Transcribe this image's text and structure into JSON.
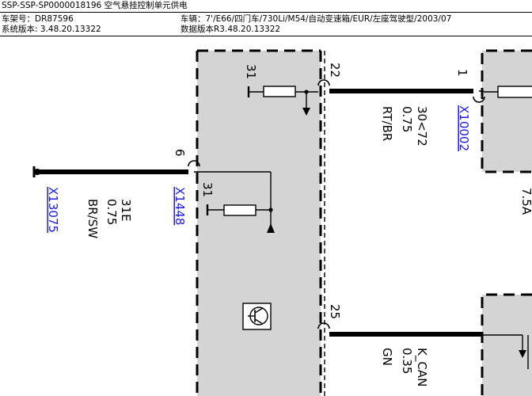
{
  "header": {
    "title": "SSP-SSP-SP0000018196 空气悬挂控制单元供电",
    "vin": "车架号：DR87596",
    "vehicle": "车辆：7'/E66/四门车/730Li/M54/自动变速箱/EUR/左座驾驶型/2003/07",
    "system_version": "系统版本: 3.48.20.13322",
    "data_version": "数据版本R3.48.20.13322"
  },
  "diagram": {
    "wire_left": {
      "connector": "X13075",
      "signal": "31E",
      "gauge": "0.75",
      "color": "BR/SW"
    },
    "module_pin_left": {
      "pin": "6",
      "connector": "X1448",
      "ground_label": "31"
    },
    "module_top_ground_label": "31",
    "wire_top": {
      "pin": "22",
      "signal": "30<72",
      "gauge": "0.75",
      "color": "RT/BR"
    },
    "fuse_box": {
      "pin": "1",
      "connector": "X10002",
      "fuse": "7.5A"
    },
    "wire_bottom": {
      "pin": "25",
      "signal": "K_CAN",
      "gauge": "0.35",
      "color": "GN"
    }
  }
}
